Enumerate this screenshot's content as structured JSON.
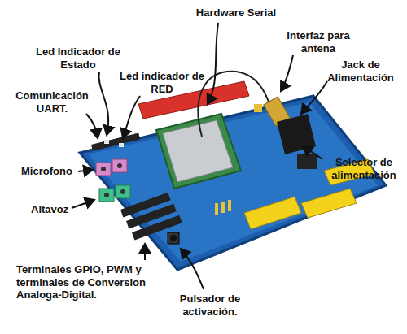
{
  "diagram": {
    "labels": [
      "Hardware Serial",
      "Interfaz para antena",
      "Jack de Alimentación",
      "Led Indicador de Estado",
      "Led indicador de RED",
      "Comunicación UART.",
      "Microfono",
      "Altavoz",
      "Selector de alimentación",
      "Terminales GPIO, PWM y terminales de Conversion Analoga-Digital.",
      "Pulsador de activación."
    ]
  }
}
